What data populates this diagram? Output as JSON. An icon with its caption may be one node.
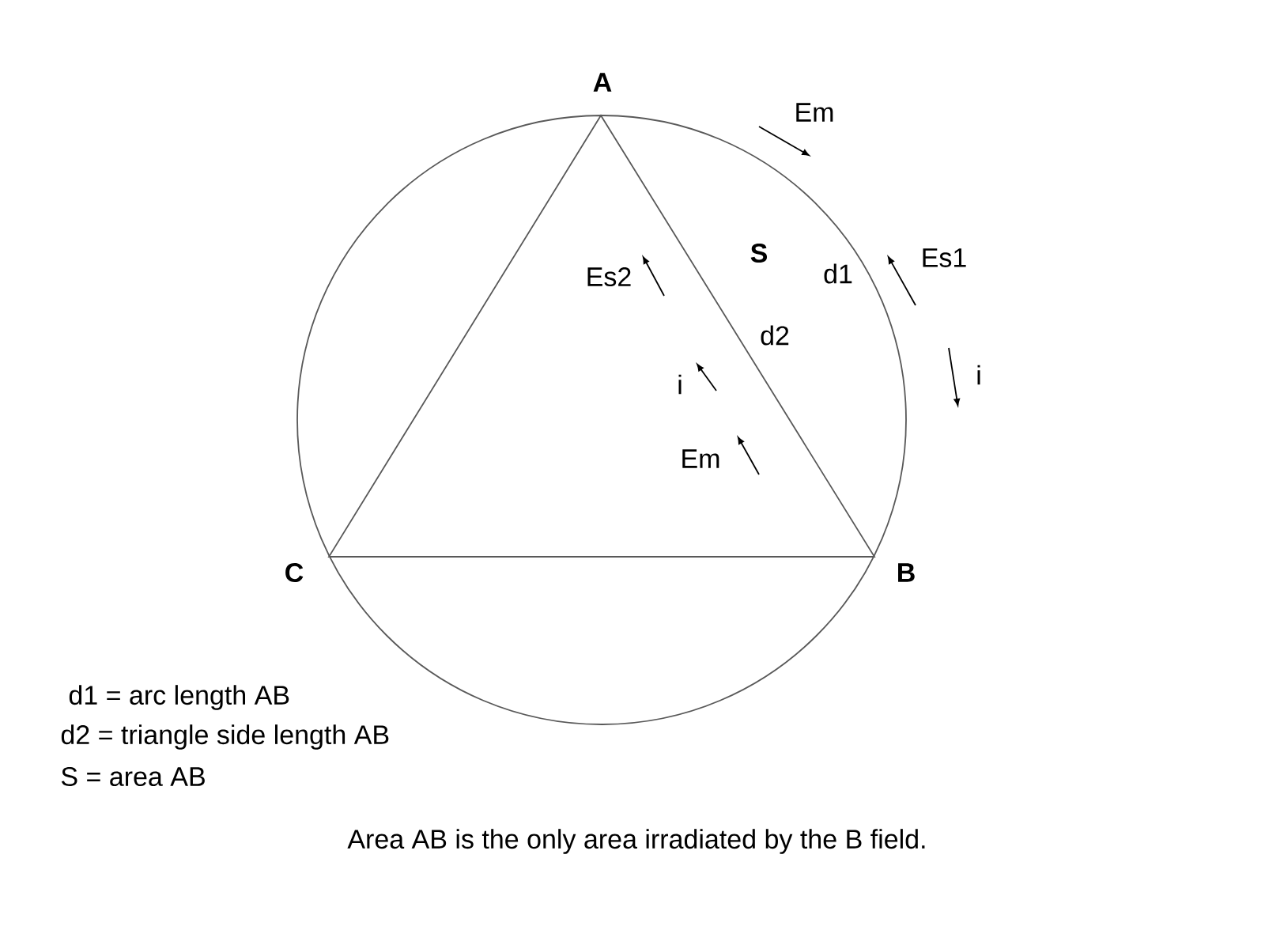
{
  "diagram": {
    "caption": "Area AB is the only area irradiated by the B field.",
    "labels": [
      "A",
      "Em",
      "S",
      "Es2",
      "d1",
      "Es1",
      "d2",
      "i",
      "i",
      "Em",
      "C",
      "B",
      "d1 = arc length AB",
      "d2 = triangle side length AB",
      "S = area AB"
    ]
  }
}
